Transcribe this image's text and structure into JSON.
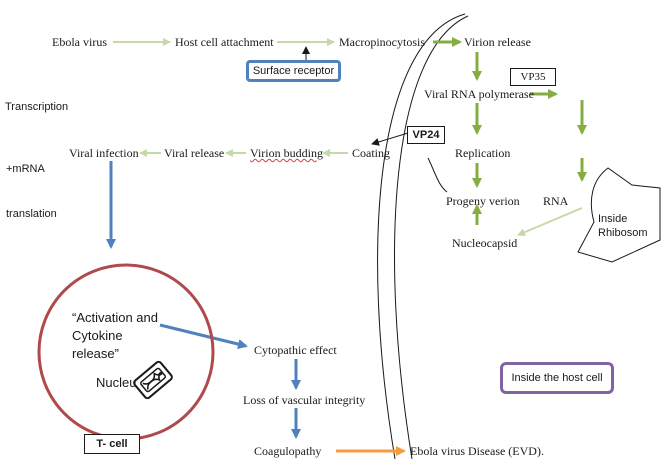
{
  "labels": {
    "ebola_virus": "Ebola virus",
    "host_cell_attachment": "Host cell attachment",
    "macropinocytosis": "Macropinocytosis",
    "virion_release": "Virion release",
    "surface_receptor": "Surface receptor",
    "vp35": "VP35",
    "viral_rna_polymerase": "Viral RNA polymerase",
    "transcription": "Transcription",
    "mrna": "+mRNA",
    "translation": "translation",
    "vp24": "VP24",
    "viral_infection": "Viral infection",
    "viral_release": "Viral release",
    "virion_budding": "Virion budding",
    "coating": "Coating",
    "replication": "Replication",
    "progeny_virion": "Progeny verion",
    "rna": "RNA",
    "inside_ribosome_1": "Inside",
    "inside_ribosome_2": "Rhibosom",
    "nucleocapsid": "Nucleocapsid",
    "activation_1": "“Activation and",
    "activation_2": "Cytokine",
    "activation_3": "release”",
    "nucleus": "Nucleu",
    "t_cell": "T- cell",
    "cytopathic_effect": "Cytopathic effect",
    "loss_vascular": "Loss of vascular integrity",
    "coagulopathy": "Coagulopathy",
    "evd": "Ebola virus Disease (EVD).",
    "inside_host_cell": "Inside the host cell"
  },
  "colors": {
    "light_green": "#c5d9a8",
    "green": "#86ad42",
    "blue": "#4f81bd",
    "orange": "#f59d3d",
    "red_circle": "#b04a4a",
    "purple": "#8064a2",
    "dark": "#1a1a1a"
  }
}
